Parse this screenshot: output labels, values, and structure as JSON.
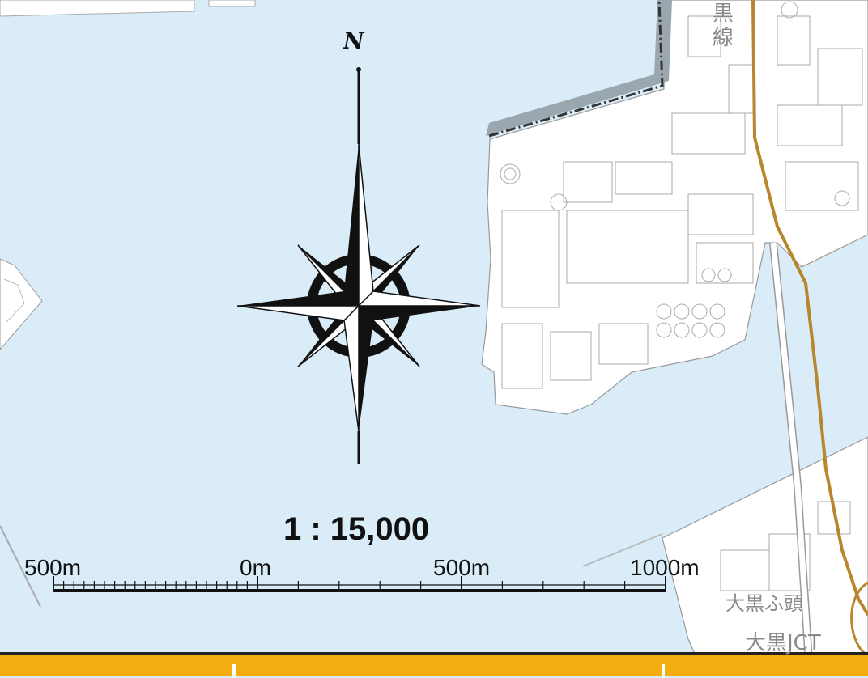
{
  "map": {
    "north_label": "N",
    "scale_ratio": "1 : 15,000",
    "scale_ticks": [
      "500m",
      "0m",
      "500m",
      "1000m"
    ],
    "place_labels": {
      "line_name_top": "黒",
      "line_name_bottom": "線",
      "daikoku_pier": "大黒ふ頭",
      "daikoku_jct": "大黒JCT"
    },
    "colors": {
      "water": "#d9ecf7",
      "land": "#ffffff",
      "road": "#b8862c",
      "bottom_bar": "#f3ad10"
    }
  }
}
